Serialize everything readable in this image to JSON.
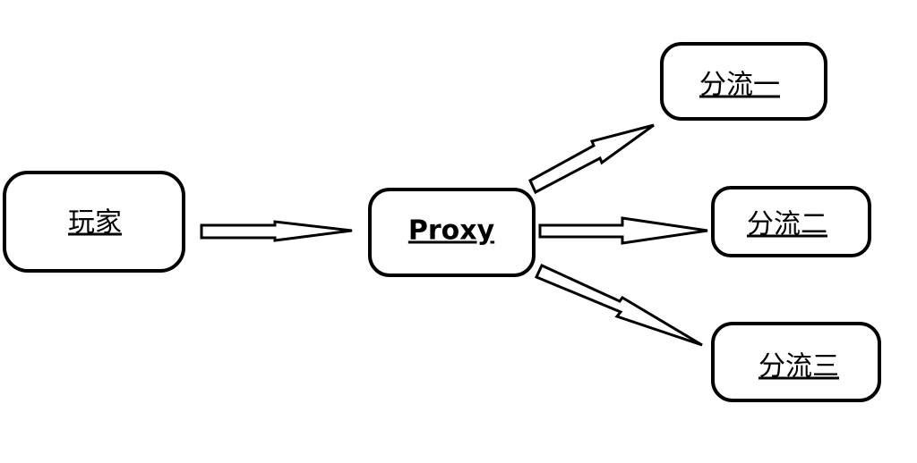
{
  "nodes": {
    "player": {
      "label": "玩家"
    },
    "proxy": {
      "label": "Proxy"
    },
    "branch1": {
      "label": "分流一"
    },
    "branch2": {
      "label": "分流二"
    },
    "branch3": {
      "label": "分流三"
    }
  },
  "edges": [
    {
      "from": "player",
      "to": "proxy"
    },
    {
      "from": "proxy",
      "to": "branch1"
    },
    {
      "from": "proxy",
      "to": "branch2"
    },
    {
      "from": "proxy",
      "to": "branch3"
    }
  ]
}
